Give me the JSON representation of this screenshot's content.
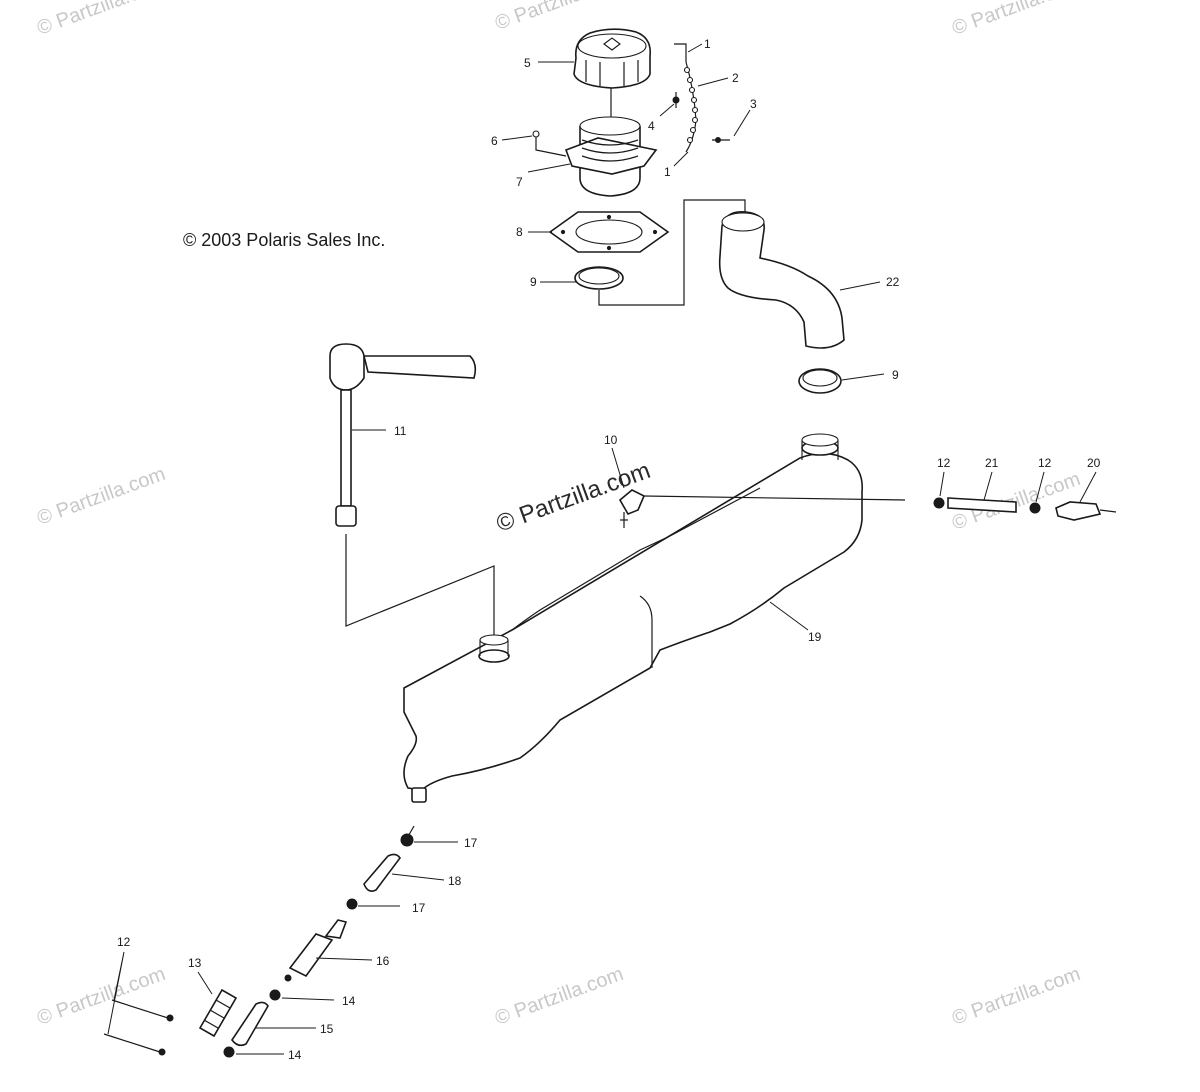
{
  "copyright": "© 2003 Polaris Sales Inc.",
  "watermark": "© Partzilla.com",
  "watermark_center": "© Partzilla.com",
  "callouts": [
    "1",
    "2",
    "3",
    "4",
    "5",
    "6",
    "7",
    "1",
    "8",
    "9",
    "22",
    "9",
    "11",
    "10",
    "12",
    "21",
    "12",
    "20",
    "19",
    "17",
    "18",
    "17",
    "16",
    "12",
    "13",
    "14",
    "15",
    "14"
  ],
  "colors": {
    "line": "#1a1a1a",
    "background": "#ffffff",
    "watermark": "#c8c8c8"
  }
}
